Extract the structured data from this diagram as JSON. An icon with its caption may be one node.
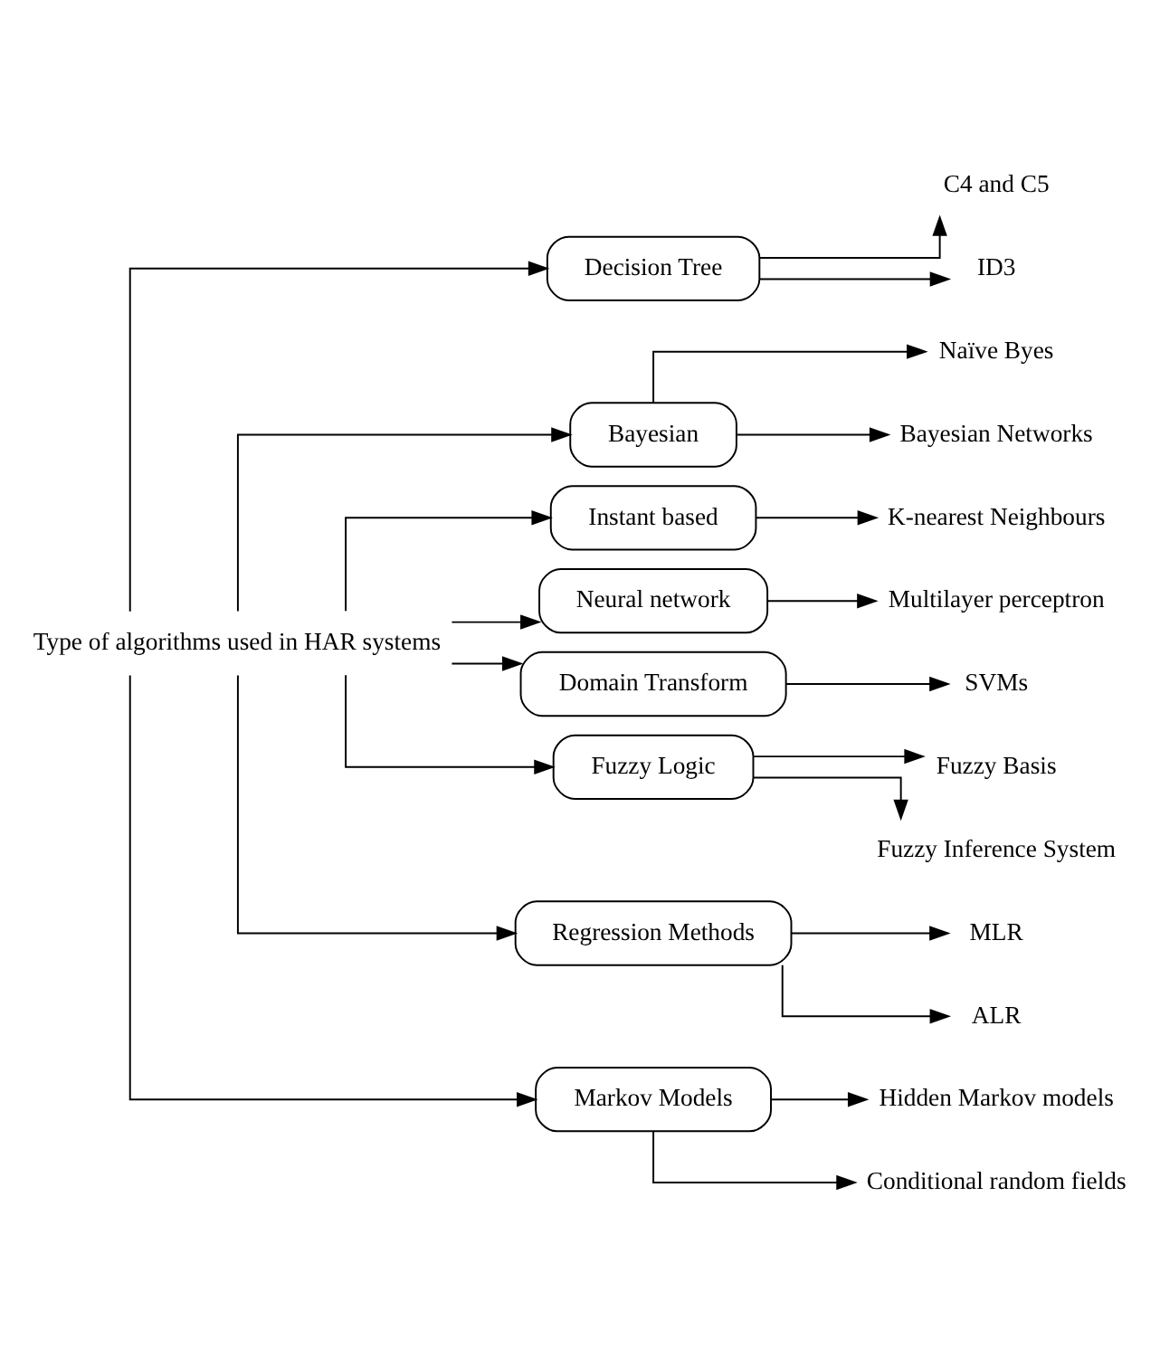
{
  "diagram": {
    "nodes": [
      {
        "text": [
          "Type of algorithms used in HAR systems"
        ]
      },
      {
        "text": [
          "Decision Tree"
        ]
      },
      {
        "text": [
          "C4 and C5"
        ]
      },
      {
        "text": [
          "ID3"
        ]
      },
      {
        "text": [
          "Bayesian"
        ]
      },
      {
        "text": [
          "Naïve Byes"
        ]
      },
      {
        "text": [
          "Bayesian Networks"
        ]
      },
      {
        "text": [
          "Instant based"
        ]
      },
      {
        "text": [
          "K-nearest Neighbours"
        ]
      },
      {
        "text": [
          "Neural network"
        ]
      },
      {
        "text": [
          "Multilayer perceptron"
        ]
      },
      {
        "text": [
          "Domain Transform"
        ]
      },
      {
        "text": [
          "SVMs"
        ]
      },
      {
        "text": [
          "Fuzzy Logic"
        ]
      },
      {
        "text": [
          "Fuzzy Basis"
        ]
      },
      {
        "text": [
          "Fuzzy Inference System"
        ]
      },
      {
        "text": [
          "Regression Methods"
        ]
      },
      {
        "text": [
          "MLR"
        ]
      },
      {
        "text": [
          "ALR"
        ]
      },
      {
        "text": [
          "Markov Models"
        ]
      },
      {
        "text": [
          "Hidden Markov models"
        ]
      },
      {
        "text": [
          "Conditional random fields"
        ]
      }
    ],
    "edges": [
      {
        "from": 0,
        "to": 1,
        "arrow": "to"
      },
      {
        "from": 0,
        "to": 4,
        "arrow": "to"
      },
      {
        "from": 0,
        "to": 7,
        "arrow": "to"
      },
      {
        "from": 0,
        "to": 9,
        "arrow": "to"
      },
      {
        "from": 0,
        "to": 11,
        "arrow": "to"
      },
      {
        "from": 0,
        "to": 13,
        "arrow": "to"
      },
      {
        "from": 0,
        "to": 16,
        "arrow": "to"
      },
      {
        "from": 0,
        "to": 19,
        "arrow": "to"
      },
      {
        "from": 1,
        "to": 2,
        "arrow": "to"
      },
      {
        "from": 1,
        "to": 3,
        "arrow": "to"
      },
      {
        "from": 4,
        "to": 5,
        "arrow": "to"
      },
      {
        "from": 4,
        "to": 6,
        "arrow": "to"
      },
      {
        "from": 7,
        "to": 8,
        "arrow": "to"
      },
      {
        "from": 9,
        "to": 10,
        "arrow": "to"
      },
      {
        "from": 11,
        "to": 12,
        "arrow": "to"
      },
      {
        "from": 13,
        "to": 14,
        "arrow": "to"
      },
      {
        "from": 13,
        "to": 15,
        "arrow": "to"
      },
      {
        "from": 16,
        "to": 17,
        "arrow": "to"
      },
      {
        "from": 16,
        "to": 18,
        "arrow": "to"
      },
      {
        "from": 19,
        "to": 20,
        "arrow": "to"
      },
      {
        "from": 19,
        "to": 21,
        "arrow": "to"
      }
    ]
  }
}
